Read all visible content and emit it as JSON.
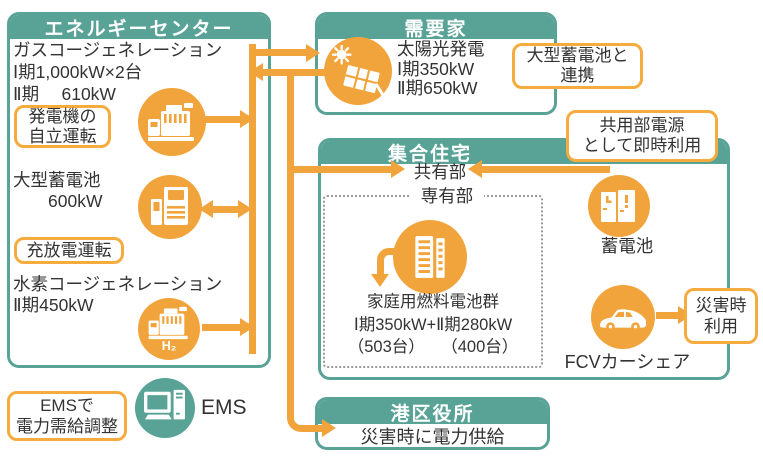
{
  "colors": {
    "teal": "#58a296",
    "orange": "#f2a43c",
    "label_border": "#f6ab3f",
    "text": "#333333"
  },
  "energy_center": {
    "title": "エネルギーセンター",
    "gas_cogen": "ガスコージェネレーション\nⅠ期1,000kW×2台\nⅡ期　 610kW",
    "gen_autonomy_label": "発電機の\n自立運転",
    "large_battery": "大型蓄電池\n　　600kW",
    "charge_discharge_label": "充放電運転",
    "hydrogen_cogen": "水素コージェネレーション\nⅡ期450kW",
    "h2_mark": "H₂"
  },
  "ems": {
    "label_box": "EMSで\n電力需給調整",
    "name": "EMS"
  },
  "demand": {
    "title": "需要家",
    "solar": "太陽光発電\nⅠ期350kW\nⅡ期650kW",
    "link_label": "大型蓄電池と\n連携"
  },
  "shared_power_label": "共用部電源\nとして即時利用",
  "housing": {
    "title": "集合住宅",
    "common_area": "共有部",
    "private_area": "専有部",
    "fuel_cells": "家庭用燃料電池群\nⅠ期350kW+Ⅱ期280kW\n（503台）　　（400台）",
    "storage_battery": "蓄電池",
    "fcv": "FCVカーシェア",
    "disaster_use_label": "災害時\n利用"
  },
  "ward": {
    "title": "港区役所",
    "body": "災害時に電力供給"
  },
  "icons": {
    "generator": "generator-icon",
    "large_battery": "battery-cabinet-icon",
    "h2_generator": "hydrogen-generator-icon",
    "solar": "solar-panel-icon",
    "building": "apartment-building-icon",
    "storage_battery": "storage-battery-icon",
    "car": "fcv-car-icon",
    "computer": "ems-computer-icon"
  }
}
